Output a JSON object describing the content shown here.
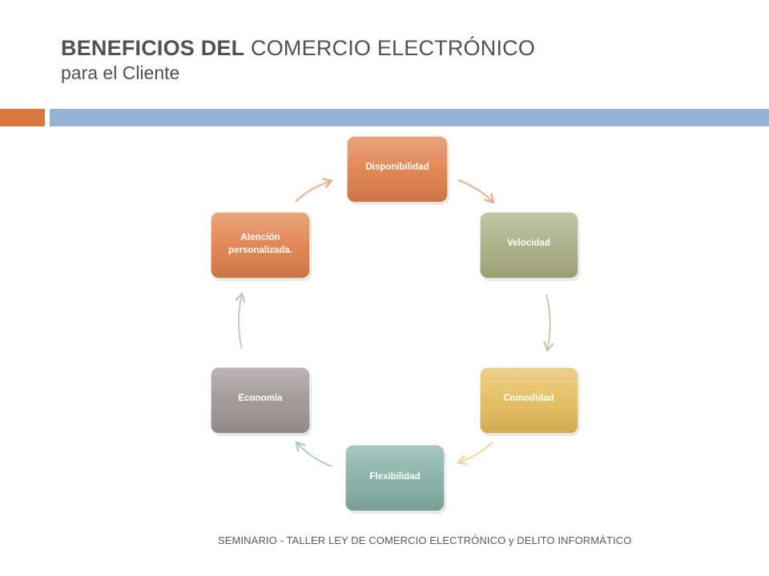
{
  "title": {
    "bold": "BENEFICIOS DEL",
    "regular": "COMERCIO ELECTRÓNICO",
    "subtitle": "para el Cliente"
  },
  "diagram": {
    "nodes": [
      {
        "id": "disponibilidad",
        "label": "Disponibilidad",
        "color": "#e0804a"
      },
      {
        "id": "velocidad",
        "label": "Velocidad",
        "color": "#a9ad82"
      },
      {
        "id": "comodidad",
        "label": "Comodidad",
        "color": "#e3bc5b"
      },
      {
        "id": "flexibilidad",
        "label": "Flexibilidad",
        "color": "#84afa5"
      },
      {
        "id": "economia",
        "label": "Economía",
        "color": "#a09494"
      },
      {
        "id": "atencion",
        "label": "Atención personalizada.",
        "line1": "Atención",
        "line2": "personalizada.",
        "color": "#e0804a"
      }
    ]
  },
  "colors": {
    "accent_orange": "#d9763d",
    "accent_blue": "#95b3d2",
    "title_text": "#515151"
  },
  "footer": "SEMINARIO - TALLER LEY DE COMERCIO ELECTRÓNICO y DELITO INFORMÁTICO"
}
